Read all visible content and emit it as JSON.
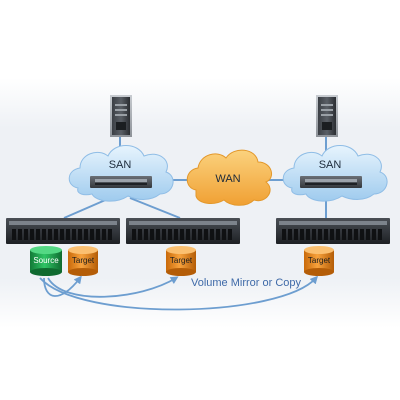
{
  "clouds": {
    "san_left": "SAN",
    "wan": "WAN",
    "san_right": "SAN"
  },
  "storage": {
    "source": "Source",
    "target": "Target"
  },
  "caption": "Volume Mirror or Copy",
  "colors": {
    "cloud_blue": "#bfe0f6",
    "cloud_orange": "#f6b449",
    "link_blue": "#6d9ed0",
    "caption_blue": "#3f6aa8",
    "source_green": "#1e9e4c",
    "target_orange": "#e98c1a",
    "background_band": "#f0f2f5",
    "device_dark": "#24282c"
  }
}
